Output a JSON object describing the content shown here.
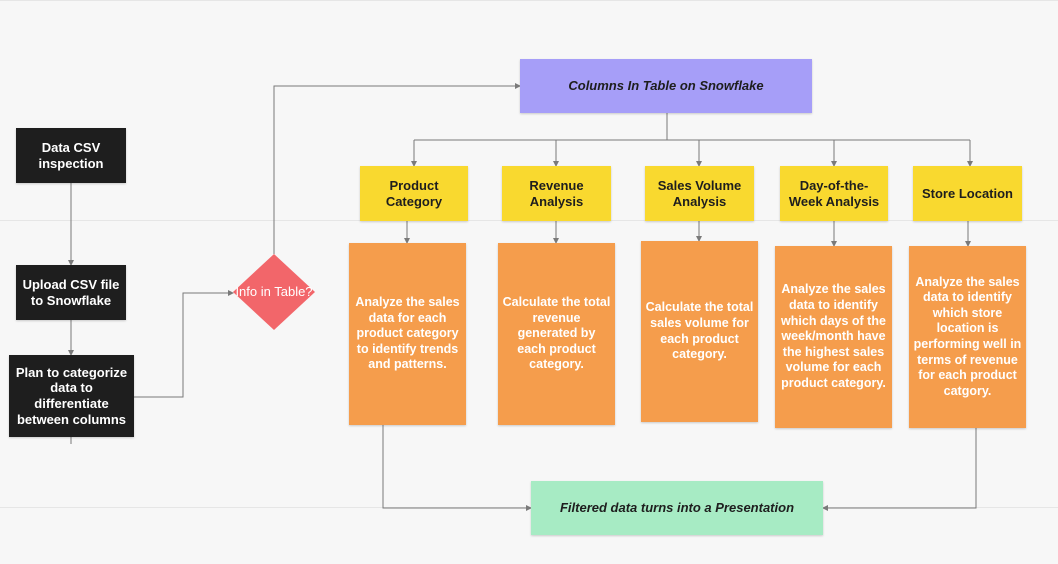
{
  "colors": {
    "dark_box": "#1e1e1e",
    "yellow_box": "#f9d92f",
    "orange_box": "#f59d4c",
    "purple_box": "#a69ef8",
    "green_box": "#a7ebc4",
    "decision_diamond": "#f2666a",
    "connector": "#7a7a7a"
  },
  "process_steps": {
    "inspect": "Data CSV inspection",
    "upload": "Upload CSV file to Snowflake",
    "plan": "Plan to categorize data to differentiate between columns"
  },
  "decision": {
    "label": "Info in Table?"
  },
  "columns_header": "Columns In Table on Snowflake",
  "categories": [
    {
      "title": "Product Category",
      "description": "Analyze the sales data for each product category to identify trends and patterns."
    },
    {
      "title": "Revenue Analysis",
      "description": "Calculate the total revenue generated by each product category."
    },
    {
      "title": "Sales Volume Analysis",
      "description": "Calculate the total sales volume for each product category."
    },
    {
      "title": "Day-of-the-Week Analysis",
      "description": "Analyze the sales data to identify which days of the week/month have the highest sales volume for each product category."
    },
    {
      "title": "Store Location",
      "description": "Analyze the sales data to identify which store location is performing well in terms of revenue for each product catgory."
    }
  ],
  "result": "Filtered data turns into a Presentation"
}
